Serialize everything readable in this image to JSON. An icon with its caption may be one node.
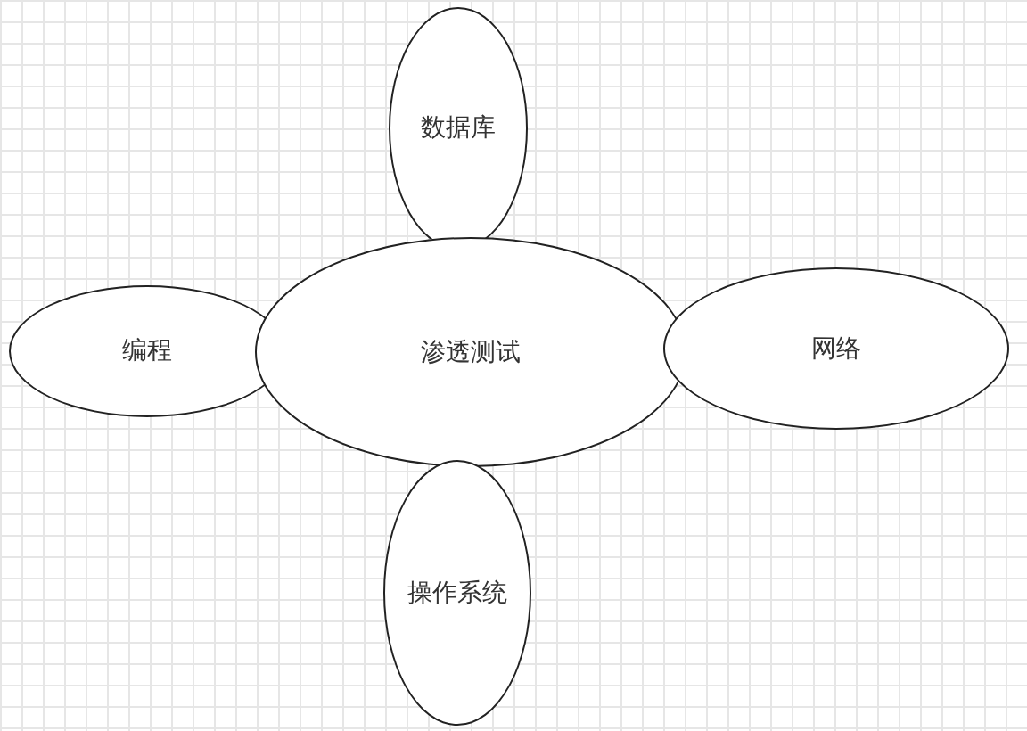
{
  "diagram": {
    "nodes": [
      {
        "text": [
          "数据库"
        ]
      },
      {
        "text": [
          "编程"
        ]
      },
      {
        "text": [
          "渗透测试"
        ]
      },
      {
        "text": [
          "网络"
        ]
      },
      {
        "text": [
          "操作系统"
        ]
      }
    ]
  }
}
